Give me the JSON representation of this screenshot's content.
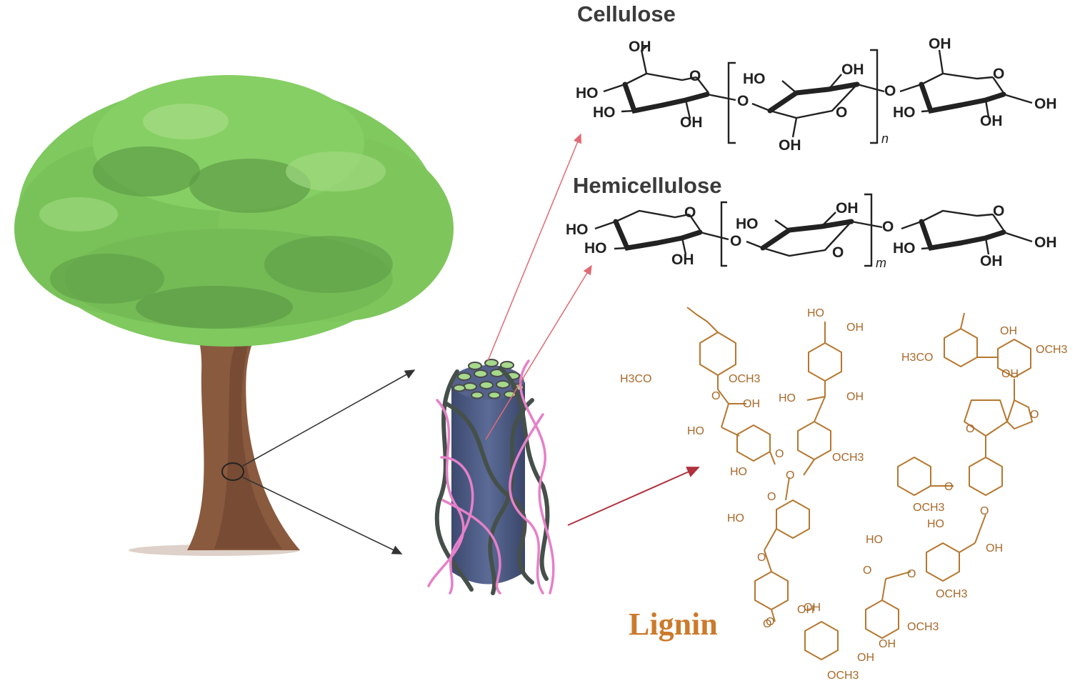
{
  "titles": {
    "cellulose": "Cellulose",
    "hemicellulose": "Hemicellulose",
    "lignin": "Lignin"
  },
  "cellulose": {
    "labels": [
      "OH",
      "HO",
      "HO",
      "OH",
      "O",
      "O",
      "HO",
      "OH",
      "O",
      "OH",
      "O",
      "OH",
      "HO",
      "OH",
      "OH",
      "O",
      "O"
    ],
    "repeat": "n"
  },
  "hemicellulose": {
    "labels": [
      "HO",
      "HO",
      "OH",
      "O",
      "O",
      "HO",
      "OH",
      "O",
      "O",
      "HO",
      "OH",
      "OH",
      "O",
      "O"
    ],
    "repeat": "m"
  },
  "lignin": {
    "labels": [
      "H3CO",
      "OCH3",
      "O",
      "OH",
      "HO",
      "O",
      "HO",
      "OH",
      "HO",
      "OH",
      "OCH3",
      "O",
      "HO",
      "O",
      "HO",
      "O",
      "O",
      "OH",
      "OH",
      "H3CO",
      "OCH3",
      "OH",
      "O",
      "O",
      "O",
      "OCH3",
      "O",
      "HO",
      "OH",
      "HO",
      "O",
      "O",
      "OCH3",
      "OH",
      "O",
      "OCH3",
      "OH",
      "OH",
      "OCH3"
    ]
  },
  "colors": {
    "cellulose_arrow": "#e06a75",
    "lignin_arrow": "#b0303c",
    "tree_arrow": "#333333",
    "lignin": "#b5772f",
    "fibril": "#4e5d86"
  }
}
